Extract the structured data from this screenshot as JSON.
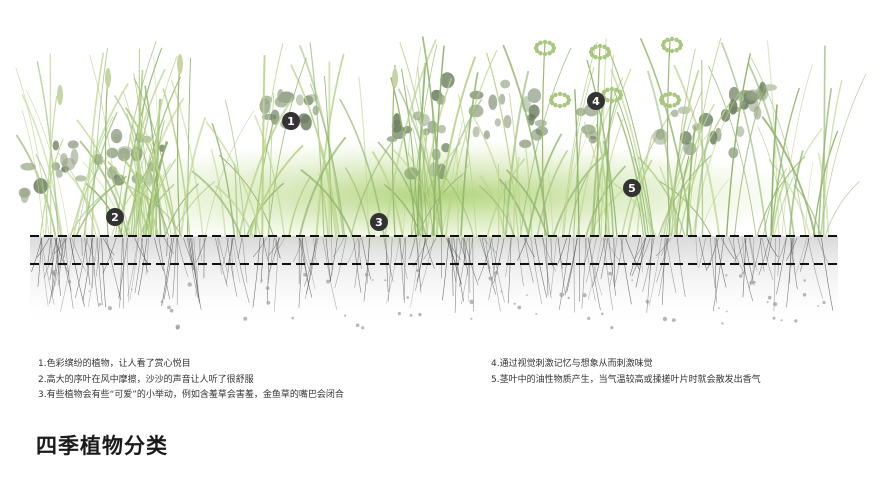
{
  "colors": {
    "marker_fill": "#333333",
    "marker_text": "#ffffff",
    "grass_light": "#b9d48a",
    "grass_mid": "#8fb56a",
    "foliage_dark": "#6f7f62",
    "soil": "#e9e9e9",
    "root": "#555555",
    "dashed_line": "#111111"
  },
  "markers": [
    {
      "label": "1"
    },
    {
      "label": "2"
    },
    {
      "label": "3"
    },
    {
      "label": "4"
    },
    {
      "label": "5"
    }
  ],
  "notes_left": [
    "1.色彩缤纷的植物，让人看了赏心悦目",
    "2.高大的序叶在风中摩擦，沙沙的声音让人听了很舒服",
    "3.有些植物会有些“可爱”的小举动，例如含羞草会害羞，金鱼草的嘴巴会闭合"
  ],
  "notes_right": [
    "4.通过视觉刺激记忆与想象从而刺激味觉",
    "5.茎叶中的油性物质产生，当气温较高或揉搓叶片时就会散发出香气"
  ],
  "title": "四季植物分类"
}
